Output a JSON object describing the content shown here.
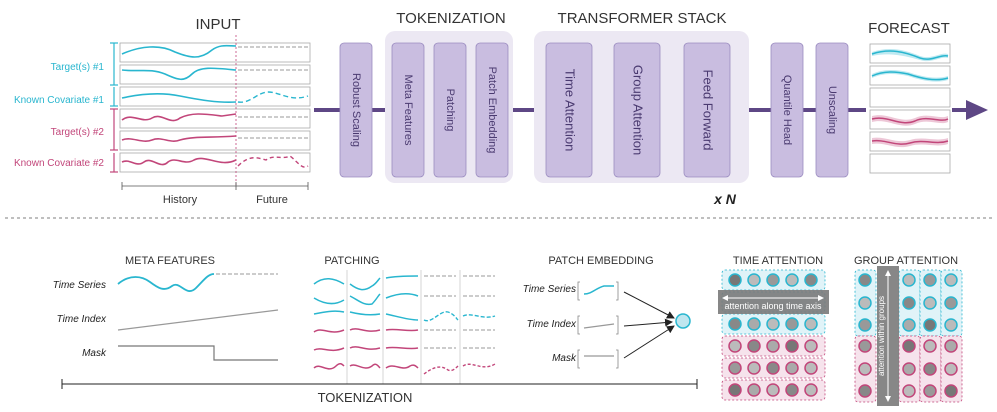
{
  "sections": {
    "input": "INPUT",
    "tokenization": "TOKENIZATION",
    "transformer_stack": "TRANSFORMER STACK",
    "forecast": "FORECAST",
    "repeat": "x N",
    "tokenization_bottom": "TOKENIZATION"
  },
  "input_labels": {
    "target1": "Target(s) #1",
    "known_cov1": "Known Covariate #1",
    "target2": "Target(s) #2",
    "known_cov2": "Known Covariate #2",
    "history": "History",
    "future": "Future"
  },
  "pipeline": {
    "robust_scaling": "Robust Scaling",
    "meta_features": "Meta Features",
    "patching": "Patching",
    "patch_embedding": "Patch Embedding",
    "time_attention": "Time Attention",
    "group_attention": "Group Attention",
    "feed_forward": "Feed Forward",
    "quantile_head": "Quantile Head",
    "unscaling": "Unscaling"
  },
  "bottom": {
    "meta_features_title": "META FEATURES",
    "patching_title": "PATCHING",
    "patch_embedding_title": "PATCH EMBEDDING",
    "time_attention_title": "TIME ATTENTION",
    "group_attention_title": "GROUP ATTENTION",
    "time_series": "Time Series",
    "time_index": "Time Index",
    "mask": "Mask",
    "time_series_2": "Time Series",
    "time_index_2": "Time Index",
    "mask_2": "Mask",
    "attention_time": "attention along time axis",
    "attention_group": "attention within groups"
  },
  "colors": {
    "teal": "#29b6cf",
    "pink": "#c2467a",
    "purple_box": "#c9bde0",
    "purple_panel": "#ece8f3",
    "purple_arrow": "#5e4785",
    "text_purple": "#4a3a70"
  }
}
